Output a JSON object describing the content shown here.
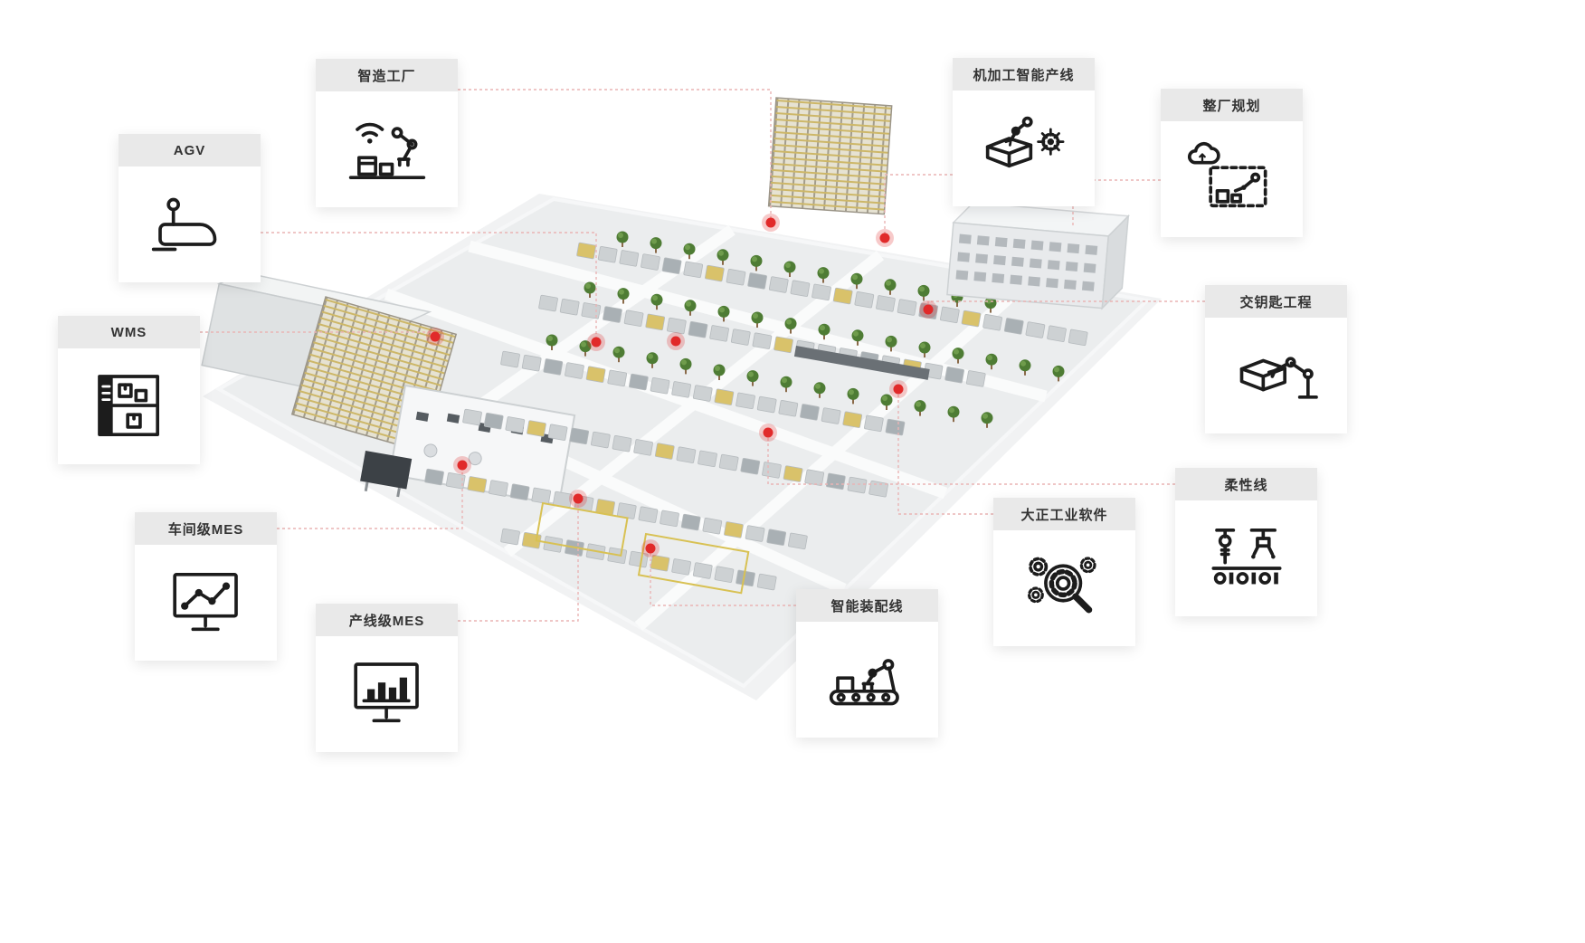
{
  "callouts": [
    {
      "id": "smart-factory",
      "label": "智造工厂",
      "icon": "robot-arm-wifi-icon"
    },
    {
      "id": "agv",
      "label": "AGV",
      "icon": "agv-vehicle-icon"
    },
    {
      "id": "wms",
      "label": "WMS",
      "icon": "warehouse-cabinet-icon"
    },
    {
      "id": "workshop-mes",
      "label": "车间级MES",
      "icon": "monitor-network-icon"
    },
    {
      "id": "line-mes",
      "label": "产线级MES",
      "icon": "monitor-barchart-icon"
    },
    {
      "id": "smart-assembly-line",
      "label": "智能装配线",
      "icon": "conveyor-robot-icon"
    },
    {
      "id": "dazheng-software",
      "label": "大正工业软件",
      "icon": "magnifier-gears-icon"
    },
    {
      "id": "flexible-line",
      "label": "柔性线",
      "icon": "robotic-tools-icon"
    },
    {
      "id": "turnkey-project",
      "label": "交钥匙工程",
      "icon": "robot-box-icon"
    },
    {
      "id": "plant-planning",
      "label": "整厂规划",
      "icon": "factory-planning-icon"
    },
    {
      "id": "machining-line",
      "label": "机加工智能产线",
      "icon": "robot-gear-icon"
    }
  ],
  "colors": {
    "marker": "#e12a2a",
    "connector": "#eab4b4",
    "card_header_bg": "#e9e9e9",
    "card_text": "#333333",
    "ground": "#ebedee",
    "tree_green": "#4e7c34",
    "machine_yellow": "#d9c26a"
  }
}
